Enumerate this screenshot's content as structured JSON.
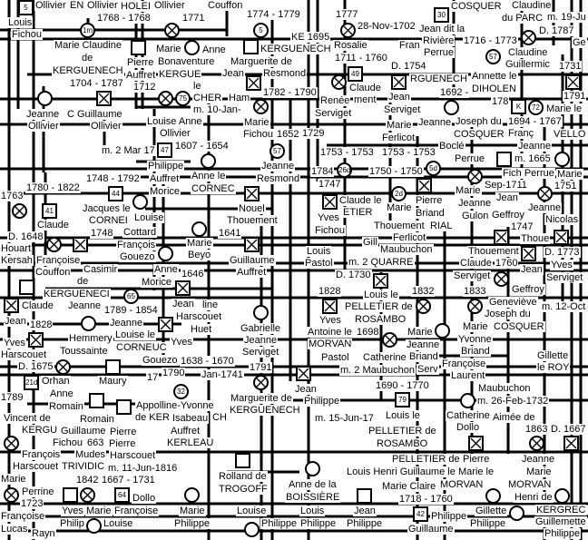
{
  "title": "Family tree chart",
  "labels": [
    "Ollivier",
    "EN",
    "Ollivier",
    "HOLEI",
    "Ollivier",
    "Couffon",
    "1768 - 1768",
    "1771",
    "1774 - 1779",
    "Louis",
    "Fichou",
    "Marie Claudine",
    "de",
    "KERGUENECH",
    "Pierre",
    "Auffret",
    "Bonaventure",
    "Marie",
    "KERGUE",
    "Anne",
    "le",
    "Marguerite de",
    "KERGUENECH",
    "Jean",
    "Resmond",
    "1704 - 1787",
    "1712",
    "CHER",
    "m. 10-Jan-",
    "1782 - 1790",
    "Jeanne",
    "Ollivier",
    "C Guillaume",
    "Ollivier",
    "Louise Anne",
    "Ollivier",
    "Ham",
    "Marie",
    "Fichou",
    "1652",
    "1607 - 1654",
    "m. 2 Mar 17",
    "Philippe",
    "Auffret",
    "Anne le",
    "CORNEC",
    "Jeanne",
    "Resmond",
    "1748 - 1792",
    "COSQUER",
    "Claudine",
    "m. 19-Ju",
    "du PARC",
    "D. 1787",
    "1777",
    "28-Nov-1702",
    "Jean dit la",
    "Rivière",
    "Perrue",
    "Fran",
    "Rosalie",
    "1716 - 1773",
    "Claudine",
    "Guillermic",
    "Ge",
    "1711 - 1760",
    "KE 1695",
    "D. 1754",
    "RGUENECH",
    "1731",
    "Annette le",
    "DIHOLEN",
    "1692 -",
    "178",
    "1694 - 1767",
    "1791",
    "Claude",
    "Renée",
    "ment",
    "Jean",
    "Serviget",
    "Serviget",
    "Joseph du",
    "COSQUER",
    "Marie le",
    "VELLO",
    "Marie",
    "Ferlicot",
    "Jeanne",
    "Boclé",
    "Perrue",
    "Franç",
    "Jeanne",
    "Fich Perrue",
    "m. 1665",
    "1729",
    "1753 - 1753",
    "1753 - 1753",
    "Sep-1711",
    "Jean",
    "Marie",
    "1751",
    "1747",
    "1750 - 1750",
    "1780 - 1822",
    "Morice",
    "1763",
    "Claude",
    "Jacques le",
    "CORNEI",
    "Louise",
    "Cottard",
    "Nouel",
    "Thouement",
    "D. 1648",
    "1748",
    "1641",
    "Houart",
    "François",
    "Gouezo",
    "Marie",
    "Beyo",
    "Kersah",
    "Françoise",
    "Casimir",
    "Guillaume",
    "Anne",
    "Morice",
    "Couffon",
    "de",
    "Auffret",
    "1646",
    "KERGUENECI",
    "1789 - 1854",
    "Claude",
    "Jean",
    "Harscouet",
    "Jeanne",
    "Hemmery",
    "Jeanne",
    "Louise le",
    "CORNEUC",
    "Jean",
    "Harscouet",
    "line",
    "Huet",
    "Gabrielle",
    "Jeanne",
    "Serviget",
    "1828",
    "Toussainte",
    "Yves",
    "Gouezo",
    "D. 1675",
    "Yves",
    "1784",
    "Claude le",
    "ETIER",
    "Marie",
    "Pierre",
    "Briand",
    "Marie",
    "Jeanne",
    "Gulon",
    "Jeanne",
    "Nicolas",
    "Geffroy",
    "Yves",
    "Fichou",
    "Thouement",
    "Ferlicot",
    "RIAL",
    "Thouement",
    "1747",
    "Thoue",
    "D. 1773",
    "Gill",
    "Maubuchon",
    "1760",
    "Louis",
    "Pastol",
    "m. 2 QUARRE",
    "D. 1730",
    "Claude",
    "Serviget",
    "Jean",
    "Yves",
    "Serviget",
    "Geffroy",
    "1828",
    "1832",
    "1833",
    "Louis le",
    "PELLETIER de",
    "ROSAMBO",
    "Geneviève",
    "Joseph du",
    "COSQUER",
    "m. 12-Oct",
    "Yves",
    "Antoine le",
    "MORVAN",
    "1698",
    "Marie",
    "Jeanne",
    "Briand",
    "Marie",
    "Yvonne",
    "Briand",
    "Françoise",
    "Catherine",
    "Laurent",
    "Pastol",
    "Serv",
    "Gillette",
    "le ROY",
    "Orhan",
    "1789",
    "Anne",
    "Maury",
    "1790",
    "17",
    "1638 - 1670",
    "Jan-1741",
    "1791",
    "Romain",
    "Romain",
    "Vincent de",
    "Appolline-Yvonne",
    "Marguerite de",
    "KERGU",
    "de KER",
    "Isabeau",
    "CH",
    "KERGUENECH",
    "Guillaume",
    "Fichou",
    "Pierre",
    "Pierre",
    "Auffret",
    "Mudes",
    "François",
    "Harscouet",
    "Harscouet",
    "KERLEAU",
    "TRIVIDIC",
    "663",
    "m. 11-Jun-1816",
    "Marie",
    "Perrine",
    "1723",
    "1842",
    "1667 - 1731",
    "Rolland de",
    "TROGOFF",
    "Françoise",
    "Lucas",
    "Rayn",
    "Yves",
    "Philip",
    "Marie",
    "Louise",
    "Françoise",
    "Dollo",
    "Marie",
    "Philippe",
    "Louise",
    "Philippe",
    "m. 2 Maubuchon",
    "Maubuchon",
    "Jean",
    "Philippe",
    "1690 - 1770",
    "m. 26-Feb-1732",
    "m. 15-Jun-17",
    "Louis le",
    "PELLETIER de",
    "ROSAMBO",
    "Catherine",
    "Dollo",
    "1863",
    "D. 1667",
    "Pierre",
    "Marie le",
    "MORVAN",
    "Jeanne",
    "Marie",
    "MORVAN",
    "Henri de",
    "KERGREC",
    "Anne de la",
    "BOISSIÈRE",
    "1718 - 1760",
    "Louis",
    "Philippe",
    "Jean",
    "Philippe",
    "Guillaume",
    "Philippe",
    "Gillette",
    "Philippe",
    "Guillemette",
    "Philippe",
    "Louis Henri Guillaume le",
    "PELLETIER de",
    "Marie Claire",
    "Aimée de"
  ],
  "symbols": [
    {
      "sex": "m",
      "mark": "5"
    },
    {
      "sex": "f",
      "mark": "1m"
    },
    {
      "sex": "f",
      "mark": "x"
    },
    {
      "sex": "f",
      "mark": "5"
    },
    {
      "sex": "m",
      "mark": ""
    },
    {
      "sex": "f",
      "mark": ""
    },
    {
      "sex": "m",
      "mark": ""
    },
    {
      "sex": "m",
      "mark": "x"
    },
    {
      "sex": "f",
      "mark": ""
    },
    {
      "sex": "m",
      "mark": "x"
    },
    {
      "sex": "f",
      "mark": "x"
    },
    {
      "sex": "f",
      "mark": "75"
    },
    {
      "sex": "f",
      "mark": "x"
    },
    {
      "sex": "m",
      "mark": "47"
    },
    {
      "sex": "f",
      "mark": ""
    },
    {
      "sex": "f",
      "mark": "57"
    },
    {
      "sex": "m",
      "mark": "30"
    },
    {
      "sex": "f",
      "mark": "x"
    },
    {
      "sex": "f",
      "mark": "x"
    },
    {
      "sex": "f",
      "mark": "57"
    },
    {
      "sex": "m",
      "mark": "49"
    },
    {
      "sex": "f",
      "mark": "x"
    },
    {
      "sex": "m",
      "mark": "x"
    },
    {
      "sex": "m",
      "mark": "x"
    },
    {
      "sex": "f",
      "mark": ""
    },
    {
      "sex": "m",
      "mark": "K"
    },
    {
      "sex": "f",
      "mark": "72"
    },
    {
      "sex": "m",
      "mark": ""
    },
    {
      "sex": "f",
      "mark": ""
    },
    {
      "sex": "f",
      "mark": "26d"
    },
    {
      "sex": "f",
      "mark": "5d"
    },
    {
      "sex": "f",
      "mark": "x"
    },
    {
      "sex": "m",
      "mark": "44"
    },
    {
      "sex": "m",
      "mark": "x"
    },
    {
      "sex": "m",
      "mark": "41"
    },
    {
      "sex": "f",
      "mark": "x"
    },
    {
      "sex": "f",
      "mark": ""
    },
    {
      "sex": "f",
      "mark": ""
    },
    {
      "sex": "f",
      "mark": "x"
    },
    {
      "sex": "m",
      "mark": "x"
    },
    {
      "sex": "m",
      "mark": "x"
    },
    {
      "sex": "f",
      "mark": ""
    },
    {
      "sex": "m",
      "mark": "x"
    },
    {
      "sex": "m",
      "mark": ""
    },
    {
      "sex": "f",
      "mark": "65"
    },
    {
      "sex": "m",
      "mark": "x"
    },
    {
      "sex": "f",
      "mark": ""
    },
    {
      "sex": "f",
      "mark": ""
    },
    {
      "sex": "m",
      "mark": "x"
    },
    {
      "sex": "m",
      "mark": "x"
    },
    {
      "sex": "m",
      "mark": "x"
    },
    {
      "sex": "f",
      "mark": "2d"
    },
    {
      "sex": "m",
      "mark": "x"
    },
    {
      "sex": "f",
      "mark": "x"
    },
    {
      "sex": "m",
      "mark": "x"
    },
    {
      "sex": "m",
      "mark": "x"
    },
    {
      "sex": "m",
      "mark": "x"
    },
    {
      "sex": "m",
      "mark": "x"
    },
    {
      "sex": "f",
      "mark": "x"
    },
    {
      "sex": "m",
      "mark": "x"
    },
    {
      "sex": "f",
      "mark": "x"
    },
    {
      "sex": "f",
      "mark": "x"
    },
    {
      "sex": "f",
      "mark": "x"
    },
    {
      "sex": "f",
      "mark": ""
    },
    {
      "sex": "f",
      "mark": "x"
    },
    {
      "sex": "m",
      "mark": ""
    },
    {
      "sex": "f",
      "mark": "x"
    },
    {
      "sex": "m",
      "mark": "21d"
    },
    {
      "sex": "f",
      "mark": "32"
    },
    {
      "sex": "m",
      "mark": ""
    },
    {
      "sex": "m",
      "mark": ""
    },
    {
      "sex": "f",
      "mark": "x"
    },
    {
      "sex": "m",
      "mark": ""
    },
    {
      "sex": "f",
      "mark": "x"
    },
    {
      "sex": "m",
      "mark": ""
    },
    {
      "sex": "f",
      "mark": "x"
    },
    {
      "sex": "m",
      "mark": "64"
    },
    {
      "sex": "f",
      "mark": ""
    },
    {
      "sex": "f",
      "mark": ""
    },
    {
      "sex": "f",
      "mark": ""
    },
    {
      "sex": "m",
      "mark": "x"
    },
    {
      "sex": "m",
      "mark": "79"
    },
    {
      "sex": "f",
      "mark": ""
    },
    {
      "sex": "m",
      "mark": "x"
    },
    {
      "sex": "f",
      "mark": "x"
    },
    {
      "sex": "m",
      "mark": "x"
    },
    {
      "sex": "f",
      "mark": ""
    },
    {
      "sex": "m",
      "mark": ""
    },
    {
      "sex": "m",
      "mark": "42"
    },
    {
      "sex": "f",
      "mark": ""
    },
    {
      "sex": "f",
      "mark": ""
    },
    {
      "sex": "f",
      "mark": ""
    }
  ]
}
